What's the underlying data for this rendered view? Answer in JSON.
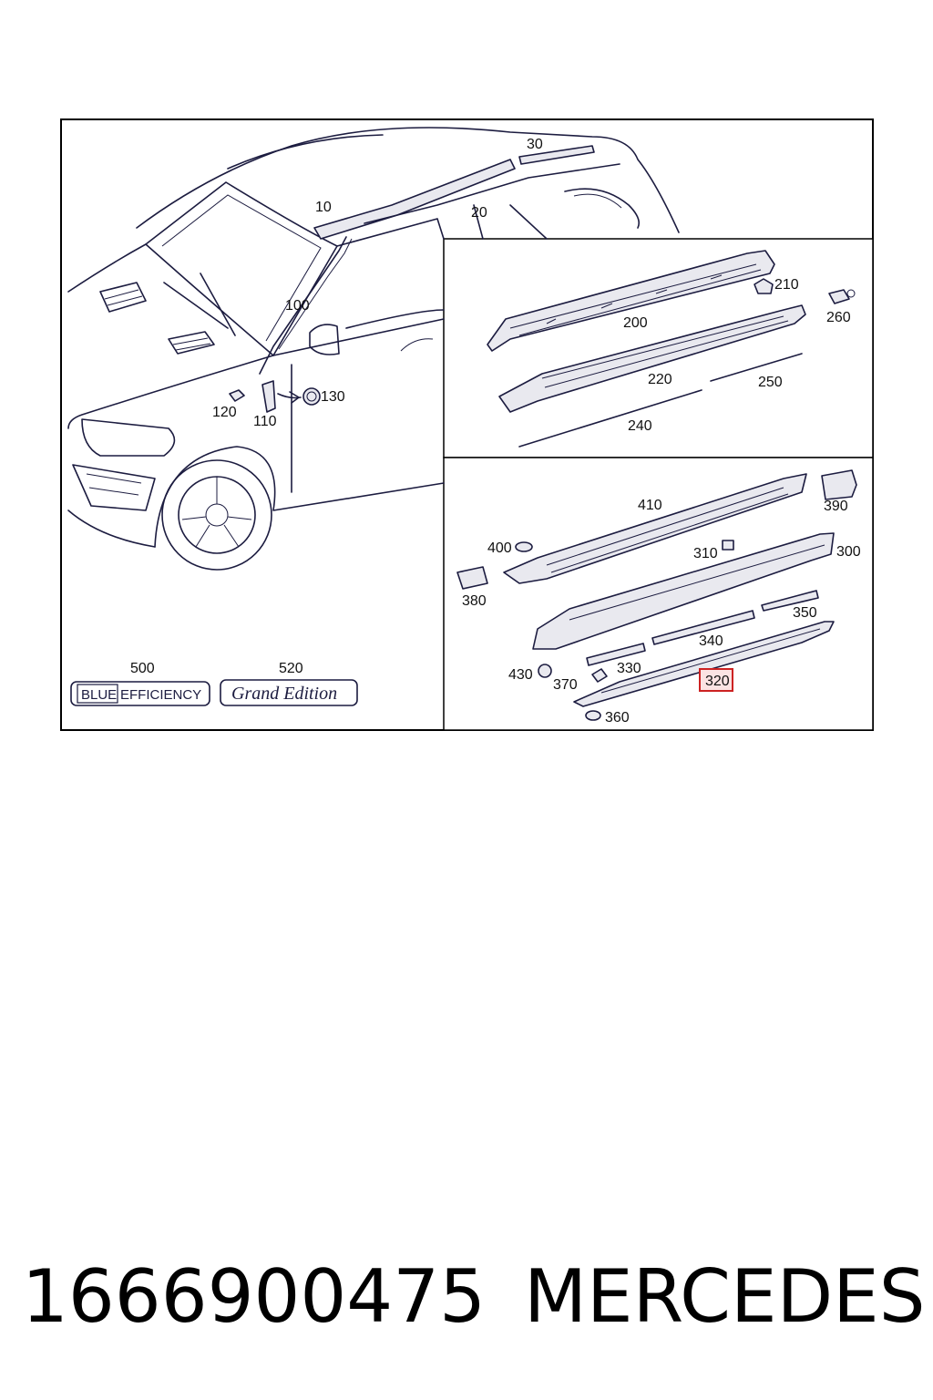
{
  "callouts": {
    "c10": "10",
    "c20": "20",
    "c30": "30",
    "c100": "100",
    "c110": "110",
    "c120": "120",
    "c130": "130",
    "c200": "200",
    "c210": "210",
    "c220": "220",
    "c240": "240",
    "c250": "250",
    "c260": "260",
    "c300": "300",
    "c310": "310",
    "c320": "320",
    "c330": "330",
    "c340": "340",
    "c350": "350",
    "c360": "360",
    "c370": "370",
    "c380": "380",
    "c390": "390",
    "c400": "400",
    "c410": "410",
    "c430": "430",
    "c500": "500",
    "c520": "520"
  },
  "badges": {
    "blue_word": "BLUE",
    "efficiency_word": "EFFICIENCY",
    "grand_edition": "Grand Edition"
  },
  "highlighted_callout": "320",
  "colors": {
    "line": "#1c1c40",
    "highlight": "#cc2222",
    "highlight_fill": "#fbe3e3"
  },
  "footer": {
    "part_number": "1666900475",
    "brand": "MERCEDES"
  }
}
